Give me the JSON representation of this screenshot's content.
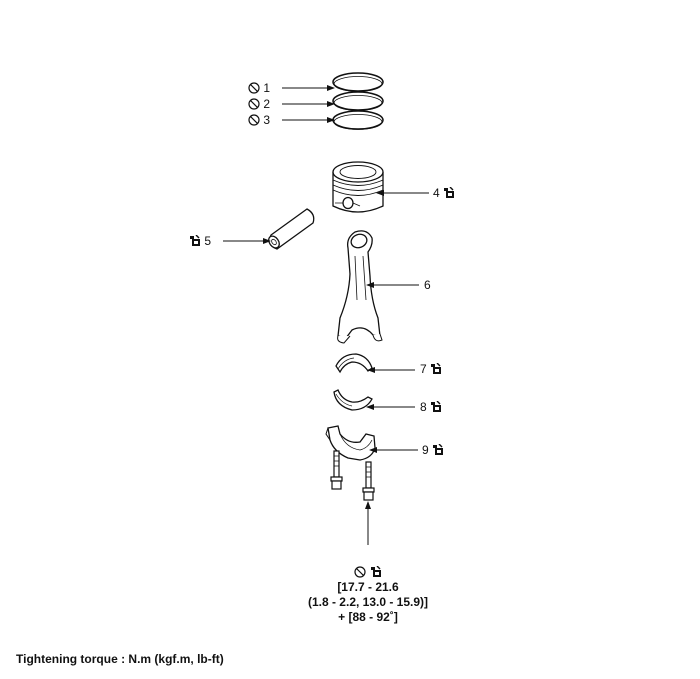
{
  "callouts": [
    {
      "number": "1",
      "marks": [
        "no-reuse-icon"
      ]
    },
    {
      "number": "2",
      "marks": [
        "no-reuse-icon"
      ]
    },
    {
      "number": "3",
      "marks": [
        "no-reuse-icon"
      ]
    },
    {
      "number": "4",
      "marks": [
        "oil-apply-icon"
      ]
    },
    {
      "number": "5",
      "marks": [
        "oil-apply-icon"
      ]
    },
    {
      "number": "6",
      "marks": []
    },
    {
      "number": "7",
      "marks": [
        "oil-apply-icon"
      ]
    },
    {
      "number": "8",
      "marks": [
        "oil-apply-icon"
      ]
    },
    {
      "number": "9",
      "marks": [
        "oil-apply-icon"
      ]
    }
  ],
  "torque_spec": {
    "marks": [
      "no-reuse-icon",
      "oil-apply-icon"
    ],
    "line1": "[17.7 - 21.6",
    "line2": "(1.8 - 2.2, 13.0 - 15.9)]",
    "line3": "+ [88 - 92˚]"
  },
  "caption": "Tightening torque : N.m (kgf.m, lb-ft)"
}
